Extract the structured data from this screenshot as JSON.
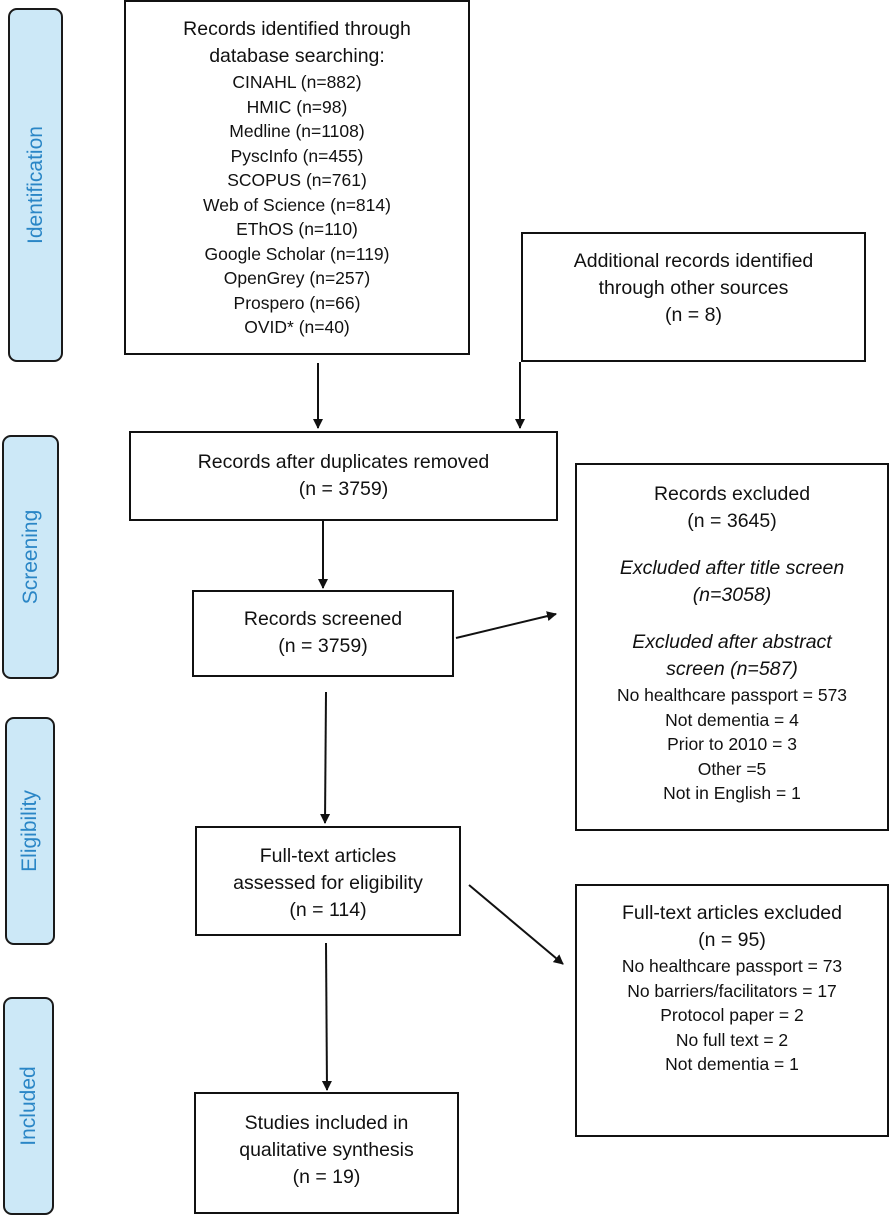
{
  "phases": {
    "identification": "Identification",
    "screening": "Screening",
    "eligibility": "Eligibility",
    "included": "Included"
  },
  "database_search": {
    "title_line1": "Records identified through",
    "title_line2": "database searching:",
    "sources": [
      "CINAHL (n=882)",
      "HMIC (n=98)",
      "Medline (n=1108)",
      "PyscInfo (n=455)",
      "SCOPUS (n=761)",
      "Web of Science (n=814)",
      "EThOS (n=110)",
      "Google Scholar (n=119)",
      "OpenGrey (n=257)",
      "Prospero (n=66)",
      "OVID* (n=40)"
    ]
  },
  "other_sources": {
    "line1": "Additional records identified",
    "line2": "through other sources",
    "count": "(n = 8)"
  },
  "duplicates_removed": {
    "line1": "Records after duplicates removed",
    "count": "(n = 3759)"
  },
  "screened": {
    "line1": "Records screened",
    "count": "(n = 3759)"
  },
  "excluded_records": {
    "title": "Records excluded",
    "count": "(n = 3645)",
    "title_screen_line1": "Excluded after title screen",
    "title_screen_line2": "(n=3058)",
    "abstract_screen_line1": "Excluded after abstract",
    "abstract_screen_line2": "screen (n=587)",
    "reasons": [
      "No healthcare passport = 573",
      "Not dementia = 4",
      "Prior to 2010 = 3",
      "Other =5",
      "Not in English = 1"
    ]
  },
  "full_text": {
    "line1": "Full-text articles",
    "line2": "assessed for eligibility",
    "count": "(n = 114)"
  },
  "full_text_excluded": {
    "title": "Full-text articles excluded",
    "count": "(n = 95)",
    "reasons": [
      "No healthcare passport = 73",
      "No barriers/facilitators = 17",
      "Protocol paper = 2",
      "No full text = 2",
      "Not dementia = 1"
    ]
  },
  "included_studies": {
    "line1": "Studies included in",
    "line2": "qualitative synthesis",
    "count": "(n = 19)"
  }
}
